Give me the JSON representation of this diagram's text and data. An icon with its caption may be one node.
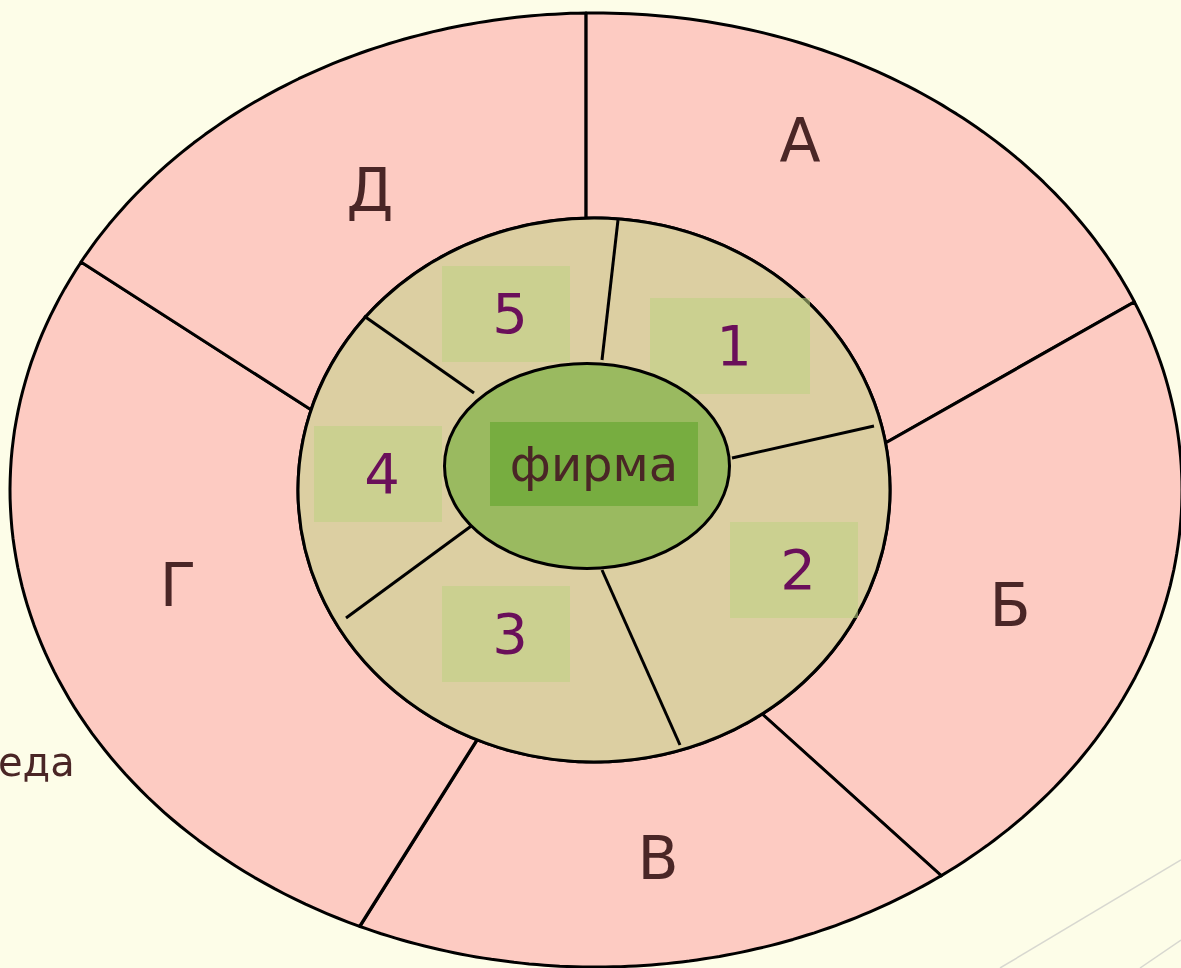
{
  "diagram": {
    "nodes": [
      {
        "text": [
          "А"
        ]
      },
      {
        "text": [
          "Б"
        ]
      },
      {
        "text": [
          "В"
        ]
      },
      {
        "text": [
          "Г"
        ]
      },
      {
        "text": [
          "Д"
        ]
      },
      {
        "text": [
          "1"
        ]
      },
      {
        "text": [
          "2"
        ]
      },
      {
        "text": [
          "3"
        ]
      },
      {
        "text": [
          "4"
        ]
      },
      {
        "text": [
          "5"
        ]
      },
      {
        "text": [
          "фирма"
        ]
      }
    ],
    "labels": [
      "еда"
    ]
  }
}
